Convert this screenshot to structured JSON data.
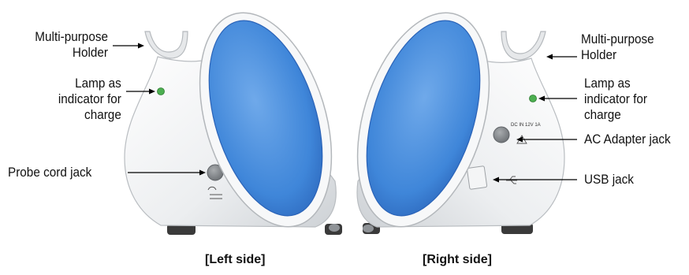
{
  "left_view": {
    "caption": "[Left side]",
    "labels": {
      "holder": [
        "Multi-purpose",
        "Holder"
      ],
      "lamp": [
        "Lamp as",
        "indicator for",
        "charge"
      ],
      "probe_jack": "Probe cord jack"
    }
  },
  "right_view": {
    "caption": "[Right side]",
    "labels": {
      "holder": [
        "Multi-purpose",
        "Holder"
      ],
      "lamp": [
        "Lamp as",
        "indicator for",
        "charge"
      ],
      "ac_jack": "AC Adapter jack",
      "usb_jack": "USB jack"
    },
    "jack_marking": "DC IN 12V 1A"
  },
  "colors": {
    "body": "#f2f3f4",
    "screen": "#3f86d9",
    "screen_edge": "#2a63b8",
    "lamp": "#4caf50",
    "feet": "#3a3a3a"
  }
}
